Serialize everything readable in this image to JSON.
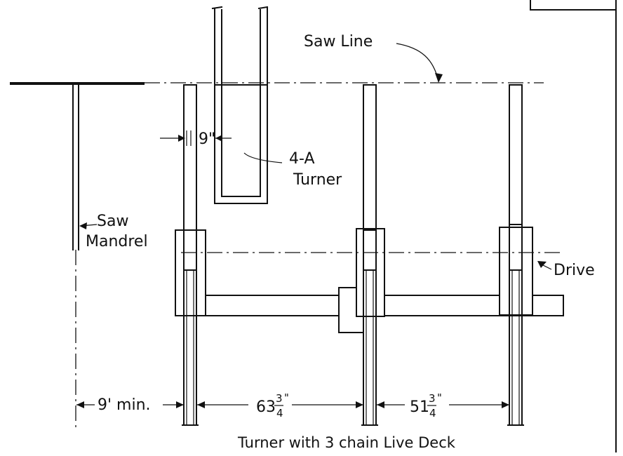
{
  "diagram": {
    "labels": {
      "saw_line": "Saw Line",
      "saw_mandrel_1": "Saw",
      "saw_mandrel_2": "Mandrel",
      "turner_1": "4-A",
      "turner_2": "Turner",
      "drive": "Drive",
      "clearance_turner": "9\"",
      "clearance_saw": "9' min.",
      "span_1_whole": "63",
      "span_1_num": "3",
      "span_1_den": "4",
      "span_1_unit": "\"",
      "span_2_whole": "51",
      "span_2_num": "3",
      "span_2_den": "4",
      "span_2_unit": "\""
    },
    "caption": "Turner with 3 chain Live Deck"
  }
}
